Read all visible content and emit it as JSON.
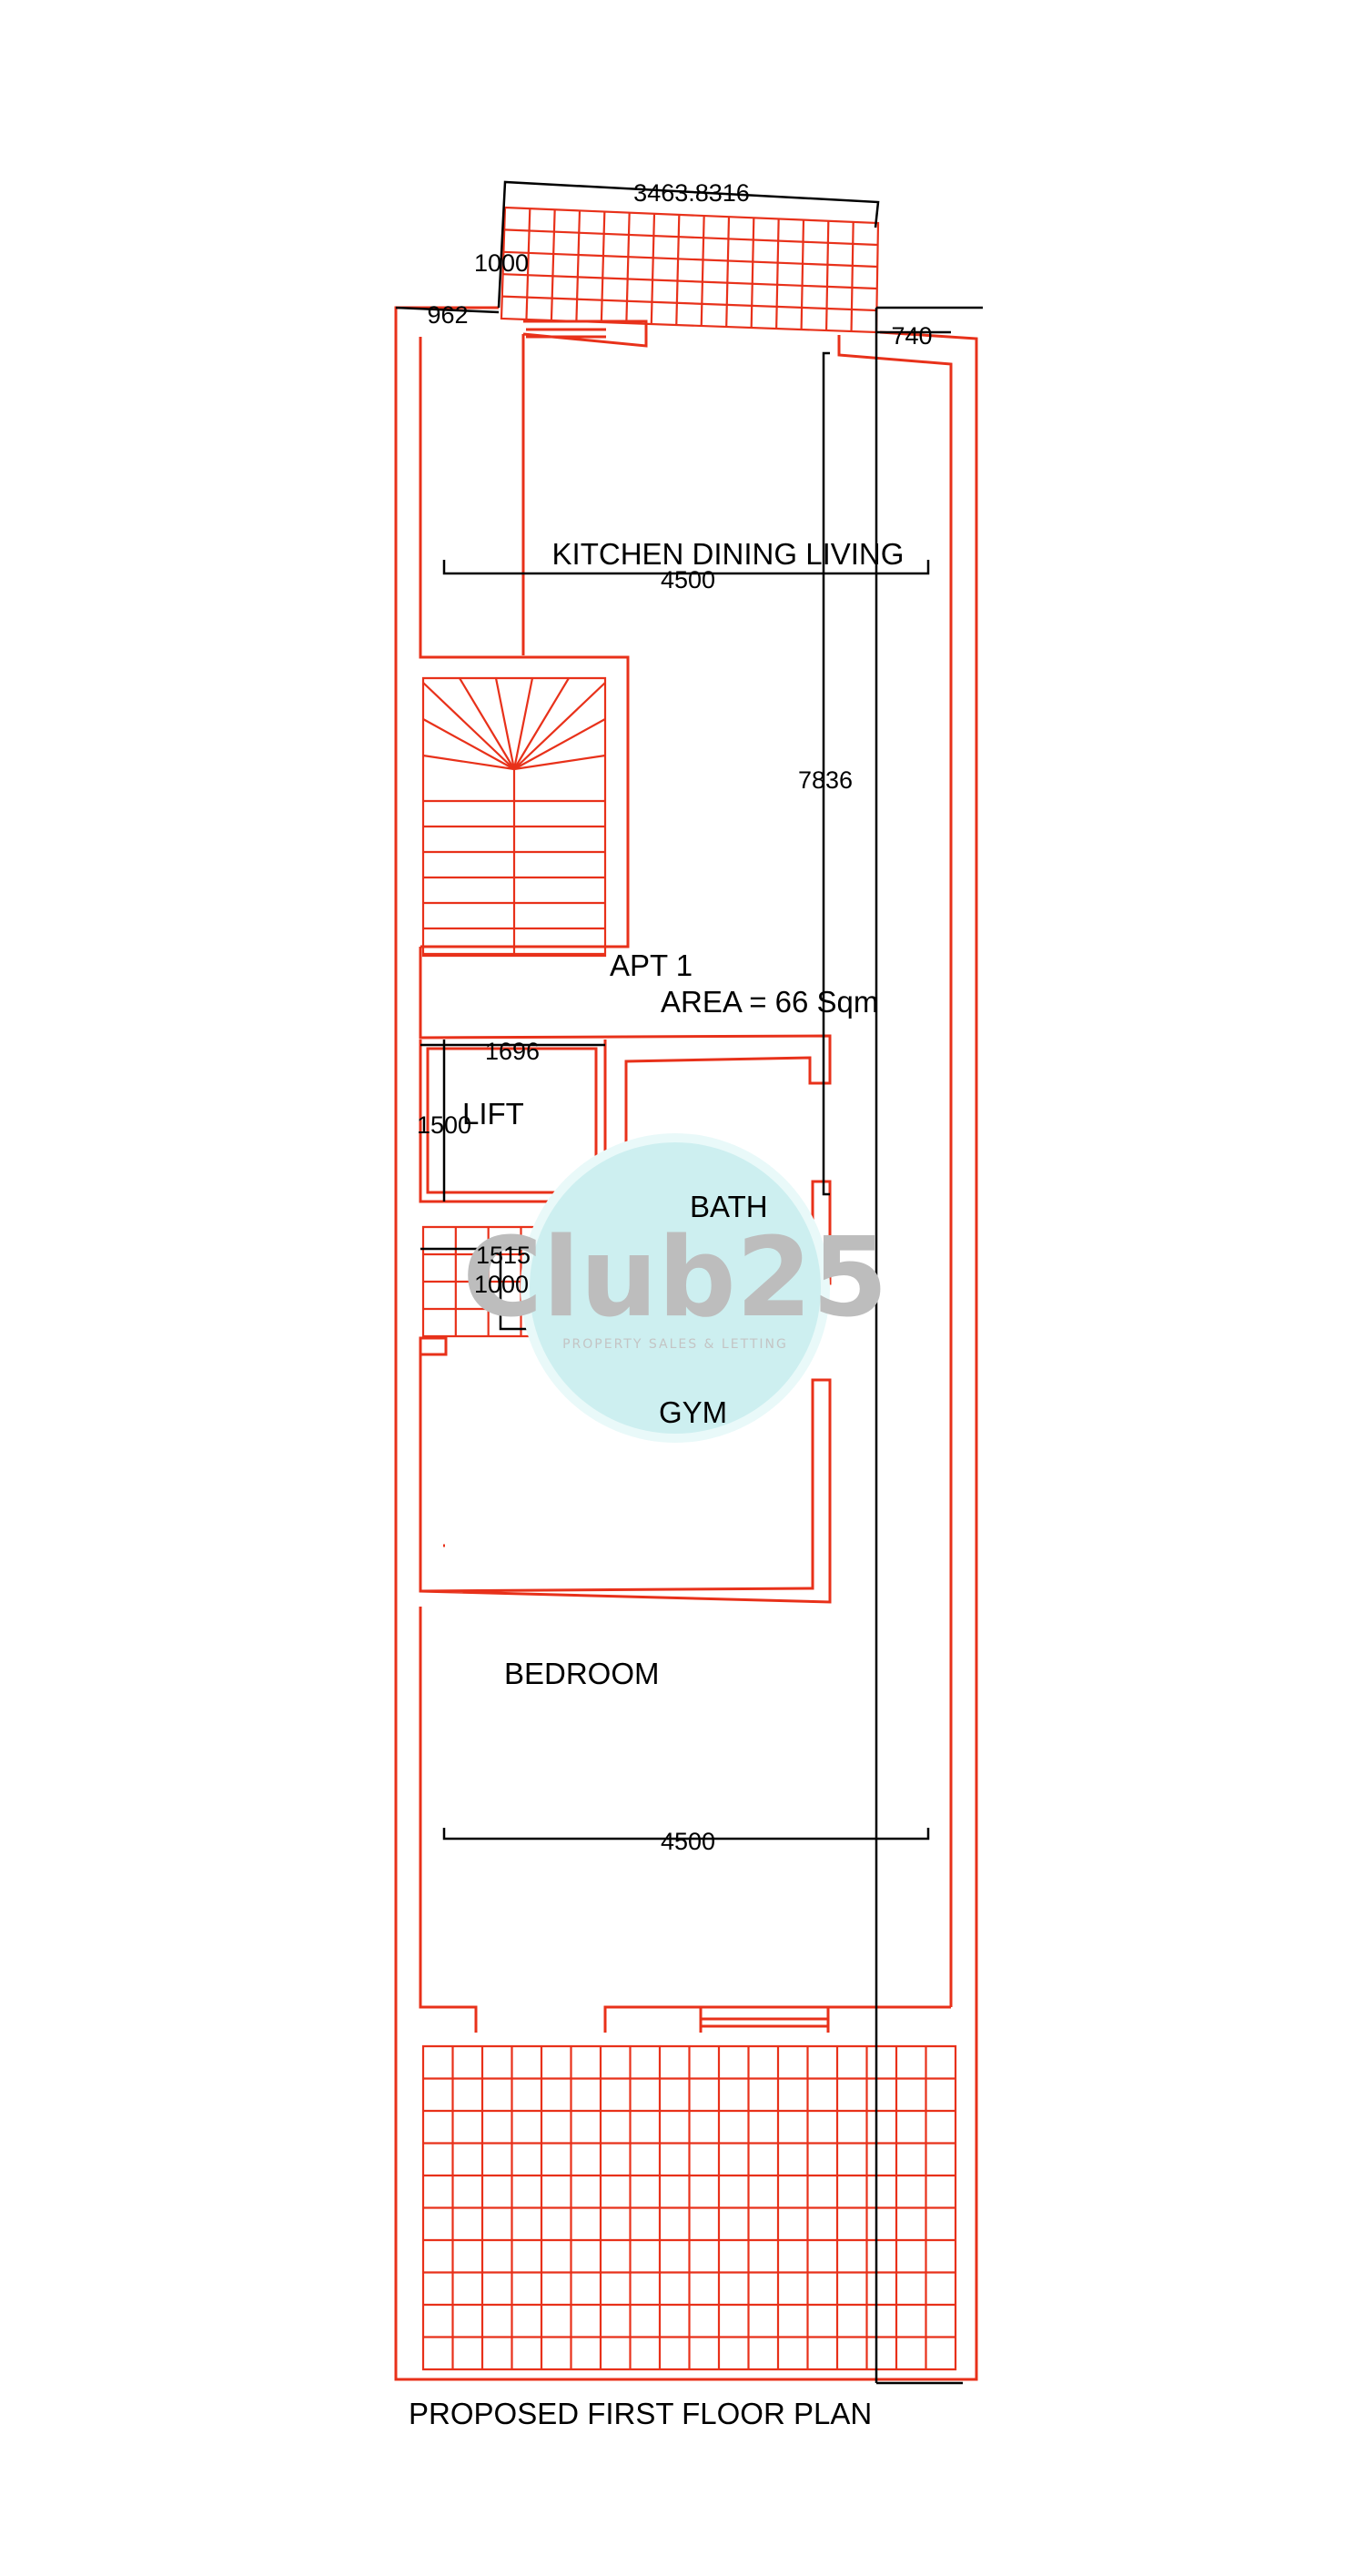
{
  "plan_title": "PROPOSED FIRST FLOOR PLAN",
  "apartment": {
    "name": "APT 1",
    "area": "AREA = 66 Sqm"
  },
  "rooms": {
    "kitchen": "KITCHEN DINING LIVING",
    "lift": "LIFT",
    "bath": "BATH",
    "gym": "GYM",
    "bedroom": "BEDROOM"
  },
  "dimensions": {
    "balcony_front_width": "3463.8316",
    "balcony_front_depth": "1000",
    "left_offset": "962",
    "right_offset": "740",
    "width_top": "4500",
    "right_length": "7836",
    "lift_width": "1696",
    "lift_depth": "1500",
    "small_width": "1515",
    "small_depth": "1000",
    "width_bottom": "4500"
  },
  "watermark": {
    "brand": "Club25",
    "tagline": "PROPERTY SALES & LETTING",
    "colors": {
      "circle": "#cdeff0",
      "text": "#bdbdbd"
    }
  },
  "colors": {
    "walls": "#e8311a",
    "dimensions": "#000000"
  }
}
